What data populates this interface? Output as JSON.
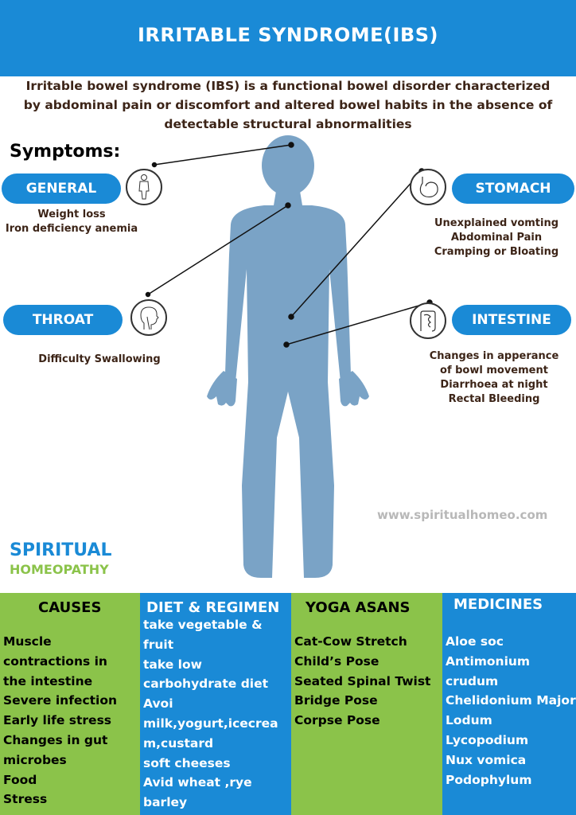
{
  "header": {
    "title": "IRRITABLE SYNDROME(IBS)"
  },
  "intro": {
    "lines": [
      "Irritable bowel syndrome (IBS) is a functional bowel disorder characterized",
      "by abdominal pain or discomfort and altered bowel habits in the absence of",
      "detectable structural abnormalities"
    ]
  },
  "symptoms": {
    "title": "Symptoms:",
    "general": {
      "label": "GENERAL",
      "icon": "human-figure-icon",
      "items": [
        "Weight loss",
        "Iron deficiency anemia"
      ]
    },
    "throat": {
      "label": "THROAT",
      "icon": "head-profile-icon",
      "items": [
        "Difficulty Swallowing"
      ]
    },
    "stomach": {
      "label": "STOMACH",
      "icon": "stomach-icon",
      "items": [
        "Unexplained vomting",
        "Abdominal Pain",
        "Cramping or Bloating"
      ]
    },
    "intestine": {
      "label": "INTESTINE",
      "icon": "intestine-icon",
      "items": [
        "Changes in apperance",
        "of bowl movement",
        "Diarrhoea at night",
        "Rectal Bleeding"
      ]
    }
  },
  "watermark": "www.spiritualhomeo.com",
  "brand": {
    "line1": "SPIRITUAL",
    "line2": "HOMEOPATHY"
  },
  "panels": {
    "causes": {
      "title": "CAUSES",
      "items": [
        "Muscle",
        "contractions in",
        "the intestine",
        "Severe infection",
        "Early life stress",
        "Changes in gut",
        "microbes",
        "Food",
        "Stress"
      ]
    },
    "diet": {
      "title": "DIET & REGIMEN",
      "items": [
        "take vegetable &",
        "fruit",
        "take low",
        "carbohydrate diet",
        "Avoi",
        "milk,yogurt,icecrea",
        "m,custard",
        "soft cheeses",
        "Avid wheat ,rye",
        "barley"
      ]
    },
    "yoga": {
      "title": "YOGA ASANS",
      "items": [
        "Cat-Cow Stretch",
        "Child’s Pose",
        "Seated Spinal Twist",
        "Bridge Pose",
        "Corpse Pose"
      ]
    },
    "medicines": {
      "title": "MEDICINES",
      "items": [
        "Aloe soc",
        "Antimonium",
        "crudum",
        "Chelidonium Major",
        "Lodum",
        "Lycopodium",
        "Nux vomica",
        "Podophylum"
      ]
    }
  },
  "colors": {
    "blue": "#1a8ad6",
    "green": "#8bc34a",
    "body": "#7aa3c6",
    "text_brown": "#3c2417"
  }
}
